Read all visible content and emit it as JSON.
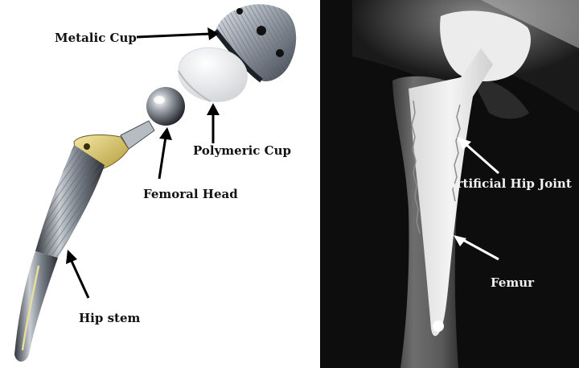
{
  "left_panel": {
    "labels": {
      "metallic_cup": "Metalic Cup",
      "polymeric_cup": "Polymeric Cup",
      "femoral_head": "Femoral Head",
      "hip_stem": "Hip stem"
    }
  },
  "right_panel": {
    "labels": {
      "artificial_hip_joint": "Artificial Hip Joint",
      "femur": "Femur"
    }
  },
  "colors": {
    "background_left": "#ffffff",
    "xray_dark": "#0a0a0a",
    "implant_bright": "#f0f0f0",
    "label_dark": "#111111",
    "label_light": "#f2f2f2"
  }
}
